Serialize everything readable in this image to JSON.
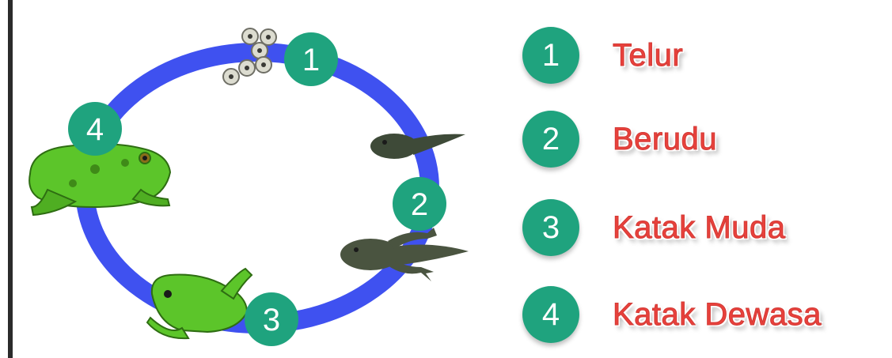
{
  "diagram": {
    "colors": {
      "ring": "#3f51f0",
      "badge": "#1fa37e",
      "label": "#e8413c",
      "frog": "#5cc52a",
      "tadpole": "#3e4a38"
    },
    "nodes": [
      {
        "number": "1"
      },
      {
        "number": "2"
      },
      {
        "number": "3"
      },
      {
        "number": "4"
      }
    ]
  },
  "legend": [
    {
      "number": "1",
      "label": "Telur"
    },
    {
      "number": "2",
      "label": "Berudu"
    },
    {
      "number": "3",
      "label": "Katak Muda"
    },
    {
      "number": "4",
      "label": "Katak Dewasa"
    }
  ]
}
